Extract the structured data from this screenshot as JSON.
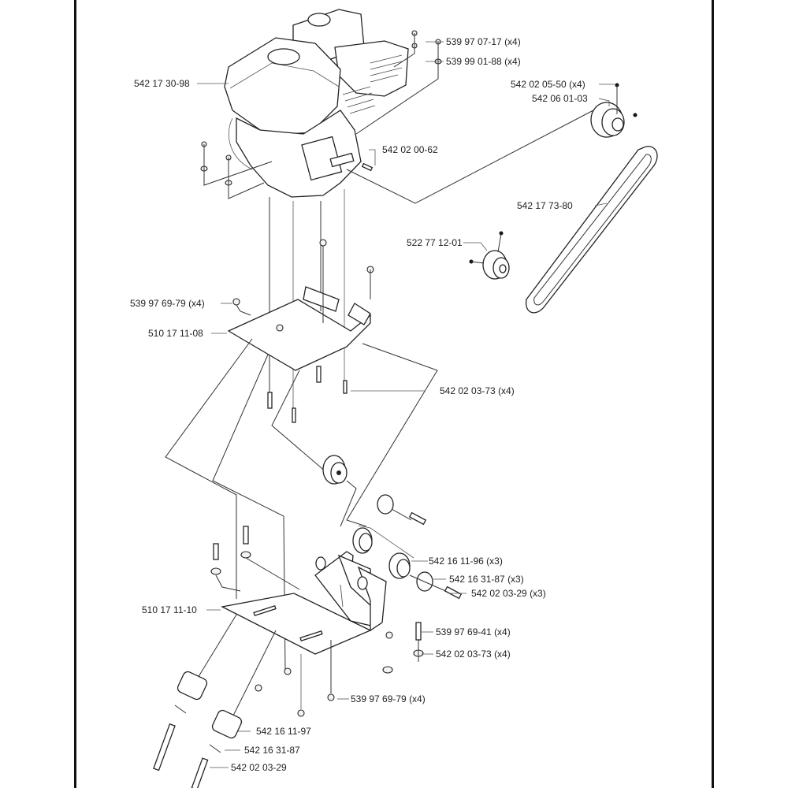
{
  "diagram": {
    "title": "Exploded parts diagram - engine mount, belt drive and base plates",
    "line_color": "#333333",
    "background": "#ffffff",
    "labels": [
      {
        "id": "nut-top",
        "text": "539 97 07-17 (x4)"
      },
      {
        "id": "washer-top",
        "text": "539 99 01-88 (x4)"
      },
      {
        "id": "engine",
        "text": "542 17 30-98"
      },
      {
        "id": "set-screw",
        "text": "542 02 05-50 (x4)"
      },
      {
        "id": "drive-pulley",
        "text": "542 06 01-03"
      },
      {
        "id": "key",
        "text": "542 02 00-62"
      },
      {
        "id": "belt",
        "text": "542 17 73-80"
      },
      {
        "id": "idler-pulley",
        "text": "522 77 12-01"
      },
      {
        "id": "nut-mount",
        "text": "539 97 69-79 (x4)"
      },
      {
        "id": "upper-plate",
        "text": "510 17 11-08"
      },
      {
        "id": "bolt-upper",
        "text": "542 02 03-73 (x4)"
      },
      {
        "id": "rubber-mount-x3",
        "text": "542 16 11-96 (x3)"
      },
      {
        "id": "washer-x3",
        "text": "542 16 31-87 (x3)"
      },
      {
        "id": "bolt-x3",
        "text": "542 02 03-29 (x3)"
      },
      {
        "id": "lower-plate",
        "text": "510 17 11-10"
      },
      {
        "id": "bolt-lower",
        "text": "539 97 69-41 (x4)"
      },
      {
        "id": "washer-lower",
        "text": "542 02 03-73 (x4)"
      },
      {
        "id": "nut-lower",
        "text": "539 97 69-79 (x4)"
      },
      {
        "id": "rubber-mount",
        "text": "542 16 11-97"
      },
      {
        "id": "washer",
        "text": "542 16 31-87"
      },
      {
        "id": "bolt",
        "text": "542 02 03-29"
      }
    ]
  }
}
